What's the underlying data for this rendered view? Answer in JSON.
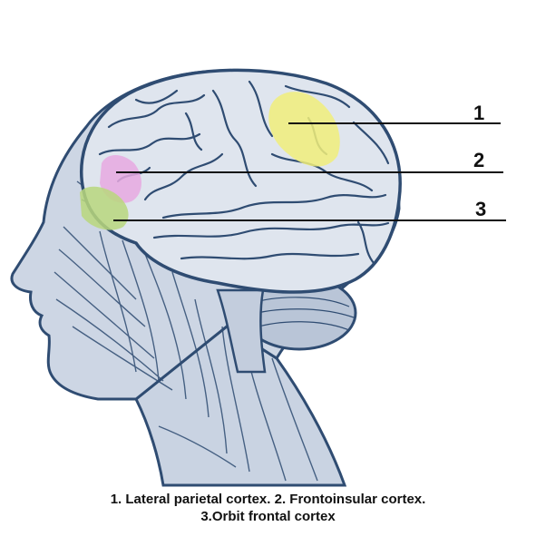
{
  "labels": [
    {
      "number": "1",
      "region": "Lateral parietal cortex",
      "color": "#f1ef7a"
    },
    {
      "number": "2",
      "region": "Frontoinsular cortex",
      "color": "#e7a9e0"
    },
    {
      "number": "3",
      "region": "Orbit frontal cortex",
      "color": "#b9d77c"
    }
  ],
  "caption": {
    "line1": "1. Lateral parietal cortex. 2. Frontoinsular cortex.",
    "line2": "3.Orbit frontal cortex"
  },
  "colors": {
    "ink": "#2f4c72",
    "tone": "#c9d3e2",
    "brain": "#dfe5ee",
    "background": "#ffffff"
  }
}
